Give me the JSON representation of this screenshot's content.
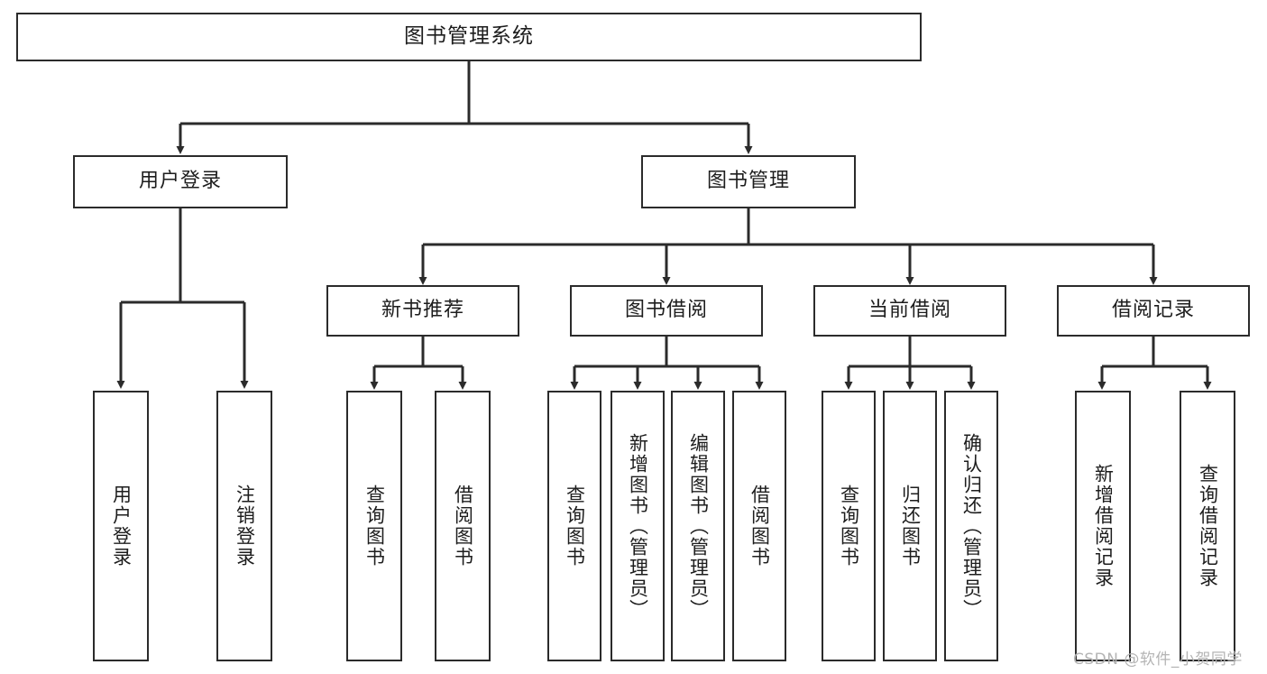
{
  "diagram": {
    "title": "图书管理系统",
    "type": "tree",
    "orientation": "top-down",
    "colors": {
      "box_border": "#2b2b2b",
      "box_fill": "#ffffff",
      "connector": "#2b2b2b",
      "text": "#1d1d1d",
      "watermark": "#b4b4b4",
      "background": "#ffffff"
    },
    "root": {
      "label": "图书管理系统"
    },
    "level2": [
      {
        "id": "user-login",
        "label": "用户登录"
      },
      {
        "id": "book-manage",
        "label": "图书管理"
      }
    ],
    "level3": [
      {
        "id": "new-book-rec",
        "label": "新书推荐",
        "parent": "book-manage"
      },
      {
        "id": "book-borrow",
        "label": "图书借阅",
        "parent": "book-manage"
      },
      {
        "id": "current-borrow",
        "label": "当前借阅",
        "parent": "book-manage"
      },
      {
        "id": "borrow-record",
        "label": "借阅记录",
        "parent": "book-manage"
      }
    ],
    "leaves": [
      {
        "id": "leaf-user-login",
        "label": "用户登录",
        "parent": "user-login"
      },
      {
        "id": "leaf-user-logout",
        "label": "注销登录",
        "parent": "user-login"
      },
      {
        "id": "leaf-query-book-1",
        "label": "查询图书",
        "parent": "new-book-rec"
      },
      {
        "id": "leaf-borrow-book-1",
        "label": "借阅图书",
        "parent": "new-book-rec"
      },
      {
        "id": "leaf-query-book-2",
        "label": "查询图书",
        "parent": "book-borrow"
      },
      {
        "id": "leaf-add-book",
        "label": "新增图书（管理员）",
        "parent": "book-borrow"
      },
      {
        "id": "leaf-edit-book",
        "label": "编辑图书（管理员）",
        "parent": "book-borrow"
      },
      {
        "id": "leaf-borrow-book-2",
        "label": "借阅图书",
        "parent": "book-borrow"
      },
      {
        "id": "leaf-query-book-3",
        "label": "查询图书",
        "parent": "current-borrow"
      },
      {
        "id": "leaf-return-book",
        "label": "归还图书",
        "parent": "current-borrow"
      },
      {
        "id": "leaf-confirm-return",
        "label": "确认归还（管理员）",
        "parent": "current-borrow"
      },
      {
        "id": "leaf-add-record",
        "label": "新增借阅记录",
        "parent": "borrow-record"
      },
      {
        "id": "leaf-query-record",
        "label": "查询借阅记录",
        "parent": "borrow-record"
      }
    ]
  },
  "watermark": {
    "text": "CSDN @软件_小贺同学"
  }
}
